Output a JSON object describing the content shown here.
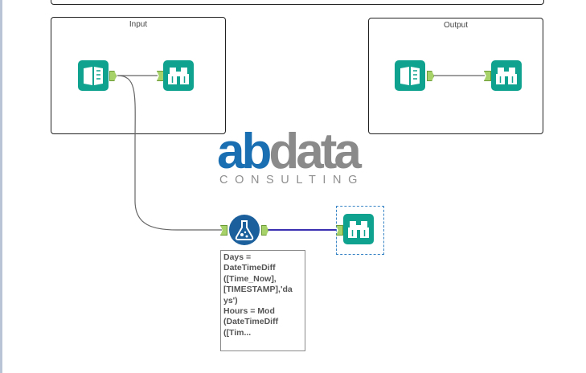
{
  "containers": [
    {
      "title": "Input"
    },
    {
      "title": "Output"
    }
  ],
  "logo": {
    "main_ab": "ab",
    "main_data": "data",
    "subtitle": "CONSULTING"
  },
  "annotation": {
    "text": "Days =\nDateTimeDiff\n([Time_Now],\n[TIMESTAMP],'da\nys')\nHours = Mod\n(DateTimeDiff\n([Tim..."
  },
  "tools": [
    {
      "name": "input-data-tool-1",
      "icon": "book-icon"
    },
    {
      "name": "browse-tool-1",
      "icon": "binoculars-icon"
    },
    {
      "name": "input-data-tool-2",
      "icon": "book-icon"
    },
    {
      "name": "browse-tool-2",
      "icon": "binoculars-icon"
    },
    {
      "name": "formula-tool",
      "icon": "flask-icon"
    },
    {
      "name": "browse-tool-3",
      "icon": "binoculars-icon"
    }
  ],
  "colors": {
    "tool_teal": "#0fa38f",
    "formula_blue": "#1b5f9c",
    "anchor_green": "#a7d26a",
    "connection_blue": "#3a2fb0",
    "connection_gray": "#666666",
    "logo_blue": "#1a6fb3",
    "logo_gray": "#8a8a8a"
  }
}
